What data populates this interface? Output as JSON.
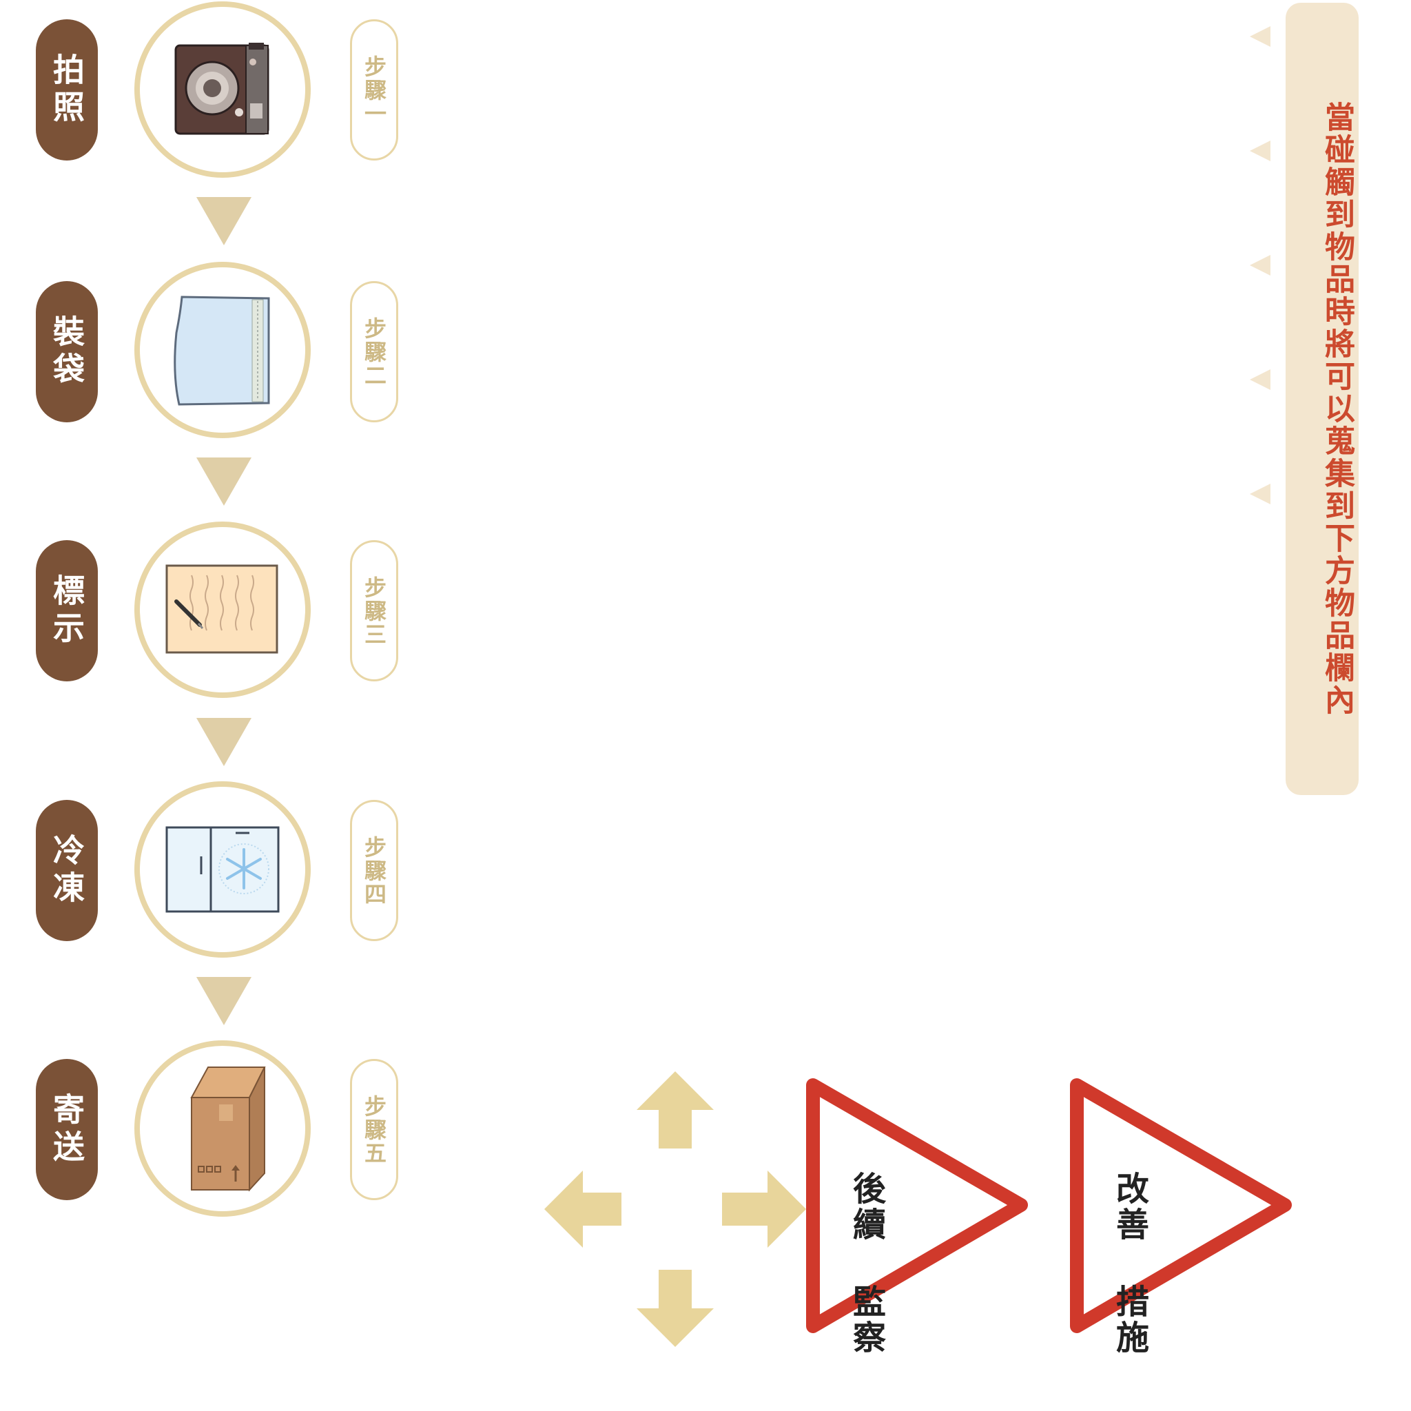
{
  "steps": [
    {
      "name": "拍照",
      "step_label": "步驟一",
      "icon": "camera-icon"
    },
    {
      "name": "裝袋",
      "step_label": "步驟二",
      "icon": "bag-icon"
    },
    {
      "name": "標示",
      "step_label": "步驟三",
      "icon": "label-icon"
    },
    {
      "name": "冷凍",
      "step_label": "步驟四",
      "icon": "freezer-icon"
    },
    {
      "name": "寄送",
      "step_label": "步驟五",
      "icon": "box-icon"
    }
  ],
  "banner": {
    "text": "當碰觸到物品時將可以蒐集到下方物品欄內"
  },
  "signs": {
    "follow_up": {
      "line1": "後續",
      "line2": "監察"
    },
    "improve": {
      "line1": "改善",
      "line2": "措施"
    }
  },
  "colors": {
    "accent_brown": "#7b5237",
    "beige": "#e8d6a6",
    "banner_bg": "#f3e6cf",
    "banner_text": "#cc4a2e",
    "sign_red": "#d0392b"
  }
}
